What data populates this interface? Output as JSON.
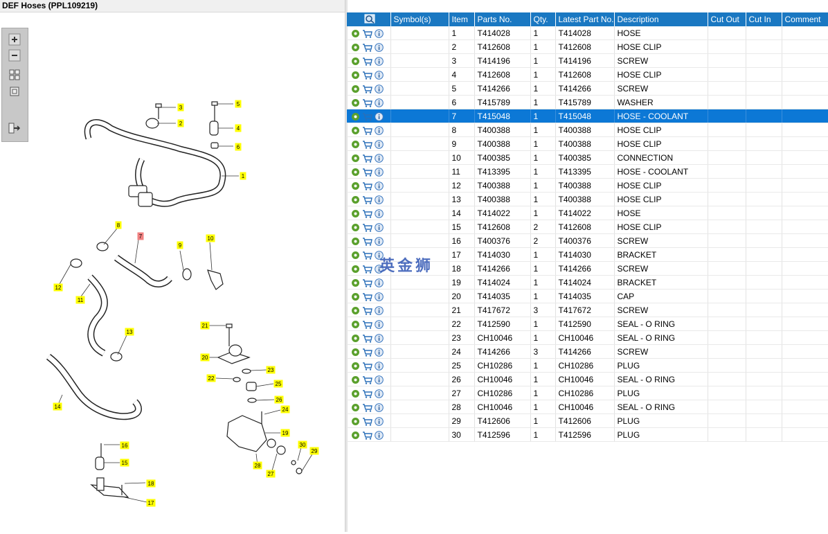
{
  "window": {
    "title": "DEF Hoses (PPL109219)"
  },
  "toolbar": {
    "icons": [
      "zoom-in-icon",
      "zoom-out-icon",
      "fit-all-icon",
      "fit-window-icon",
      "export-icon"
    ]
  },
  "watermark": "英金狮",
  "table": {
    "columns": [
      "",
      "Symbol(s)",
      "Item",
      "Parts No.",
      "Qty.",
      "Latest Part No.",
      "Description",
      "Cut Out",
      "Cut In",
      "Comment"
    ],
    "selected_item": "7",
    "rows": [
      {
        "item": "1",
        "part": "T414028",
        "qty": "1",
        "latest": "T414028",
        "desc": "HOSE"
      },
      {
        "item": "2",
        "part": "T412608",
        "qty": "1",
        "latest": "T412608",
        "desc": "HOSE CLIP"
      },
      {
        "item": "3",
        "part": "T414196",
        "qty": "1",
        "latest": "T414196",
        "desc": "SCREW"
      },
      {
        "item": "4",
        "part": "T412608",
        "qty": "1",
        "latest": "T412608",
        "desc": "HOSE CLIP"
      },
      {
        "item": "5",
        "part": "T414266",
        "qty": "1",
        "latest": "T414266",
        "desc": "SCREW"
      },
      {
        "item": "6",
        "part": "T415789",
        "qty": "1",
        "latest": "T415789",
        "desc": "WASHER"
      },
      {
        "item": "7",
        "part": "T415048",
        "qty": "1",
        "latest": "T415048",
        "desc": "HOSE - COOLANT"
      },
      {
        "item": "8",
        "part": "T400388",
        "qty": "1",
        "latest": "T400388",
        "desc": "HOSE CLIP"
      },
      {
        "item": "9",
        "part": "T400388",
        "qty": "1",
        "latest": "T400388",
        "desc": "HOSE CLIP"
      },
      {
        "item": "10",
        "part": "T400385",
        "qty": "1",
        "latest": "T400385",
        "desc": "CONNECTION"
      },
      {
        "item": "11",
        "part": "T413395",
        "qty": "1",
        "latest": "T413395",
        "desc": "HOSE - COOLANT"
      },
      {
        "item": "12",
        "part": "T400388",
        "qty": "1",
        "latest": "T400388",
        "desc": "HOSE CLIP"
      },
      {
        "item": "13",
        "part": "T400388",
        "qty": "1",
        "latest": "T400388",
        "desc": "HOSE CLIP"
      },
      {
        "item": "14",
        "part": "T414022",
        "qty": "1",
        "latest": "T414022",
        "desc": "HOSE"
      },
      {
        "item": "15",
        "part": "T412608",
        "qty": "2",
        "latest": "T412608",
        "desc": "HOSE CLIP"
      },
      {
        "item": "16",
        "part": "T400376",
        "qty": "2",
        "latest": "T400376",
        "desc": "SCREW"
      },
      {
        "item": "17",
        "part": "T414030",
        "qty": "1",
        "latest": "T414030",
        "desc": "BRACKET"
      },
      {
        "item": "18",
        "part": "T414266",
        "qty": "1",
        "latest": "T414266",
        "desc": "SCREW"
      },
      {
        "item": "19",
        "part": "T414024",
        "qty": "1",
        "latest": "T414024",
        "desc": "BRACKET"
      },
      {
        "item": "20",
        "part": "T414035",
        "qty": "1",
        "latest": "T414035",
        "desc": "CAP"
      },
      {
        "item": "21",
        "part": "T417672",
        "qty": "3",
        "latest": "T417672",
        "desc": "SCREW"
      },
      {
        "item": "22",
        "part": "T412590",
        "qty": "1",
        "latest": "T412590",
        "desc": "SEAL - O RING"
      },
      {
        "item": "23",
        "part": "CH10046",
        "qty": "1",
        "latest": "CH10046",
        "desc": "SEAL - O RING"
      },
      {
        "item": "24",
        "part": "T414266",
        "qty": "3",
        "latest": "T414266",
        "desc": "SCREW"
      },
      {
        "item": "25",
        "part": "CH10286",
        "qty": "1",
        "latest": "CH10286",
        "desc": "PLUG"
      },
      {
        "item": "26",
        "part": "CH10046",
        "qty": "1",
        "latest": "CH10046",
        "desc": "SEAL - O RING"
      },
      {
        "item": "27",
        "part": "CH10286",
        "qty": "1",
        "latest": "CH10286",
        "desc": "PLUG"
      },
      {
        "item": "28",
        "part": "CH10046",
        "qty": "1",
        "latest": "CH10046",
        "desc": "SEAL - O RING"
      },
      {
        "item": "29",
        "part": "T412606",
        "qty": "1",
        "latest": "T412606",
        "desc": "PLUG"
      },
      {
        "item": "30",
        "part": "T412596",
        "qty": "1",
        "latest": "T412596",
        "desc": "PLUG"
      }
    ]
  },
  "diagram": {
    "callouts": [
      "1",
      "2",
      "3",
      "4",
      "5",
      "6",
      "7",
      "8",
      "9",
      "10",
      "11",
      "12",
      "13",
      "14",
      "15",
      "16",
      "17",
      "18",
      "19",
      "20",
      "21",
      "22",
      "23",
      "24",
      "25",
      "26",
      "27",
      "28",
      "29",
      "30"
    ],
    "highlighted": "7",
    "callout_color": "#ffff00",
    "highlight_color": "#f08080"
  },
  "colors": {
    "header": "#1a78c2",
    "selection": "#0c78d6"
  }
}
